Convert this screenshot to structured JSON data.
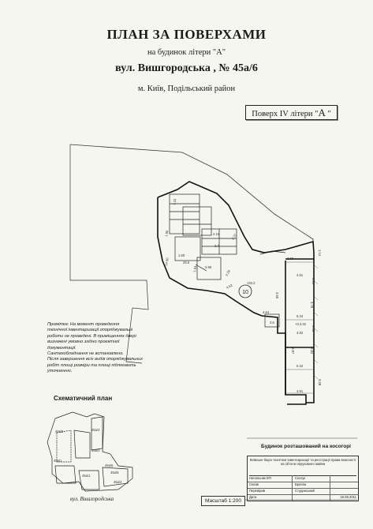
{
  "header": {
    "title": "ПЛАН ЗА ПОВЕРХАМИ",
    "subtitle": "на будинок літери \"А\"",
    "street": "вул. Вишгородська , № 45а/6",
    "city": "м. Київ,  Подільський  район",
    "floor_label": "Поверх IV літери \"",
    "floor_letter": "А",
    "floor_close": " \""
  },
  "plan": {
    "room_number": "10",
    "dims": [
      "3.68",
      "4.91",
      "3.34",
      "1.14",
      "3.70",
      "5.34",
      "4.92",
      "1.53",
      "3.84",
      "5.32",
      "4.91",
      "3.08",
      "9.87",
      "3.50",
      "4.64",
      "3.6",
      "133.2",
      "4.62",
      "2.29",
      "1.93",
      "14.50",
      "1.60",
      "29.5",
      "1.86",
      "2.16",
      "2.37",
      "0.96",
      "1.33",
      "3.7"
    ],
    "area_mark": "+0.3.32"
  },
  "note": {
    "lines": [
      "Примітка: На момент проведення",
      "технічної інвентаризації опоряджувальні",
      "роботи не проведені. В приміщеннях двері",
      "визначені умовно згідно проектної документації.",
      "Сантехобладнання не встановлено.",
      "Після завершення всіх видів опоряджувальних",
      "робіт площі розміри та площі підлягають",
      "уточненню."
    ]
  },
  "schematic": {
    "title": "Схематичний план",
    "caption": "вул. Вишгородська",
    "labels": [
      "45в/2",
      "45в/1",
      "45а/1",
      "45а/4",
      "45а/3",
      "45а/5",
      "45а/2",
      "45а/6"
    ]
  },
  "scale": {
    "label": "Масштаб 1:200"
  },
  "stamp": {
    "slope": "Будинок розташований на косогорі",
    "org": "Київське бюро технічної інвентаризації та реєстрації права власності на об'єкти нерухомого майна",
    "rows": [
      {
        "role": "Начальник БТІ",
        "name": "Сонгук",
        "date": ""
      },
      {
        "role": "Склав",
        "name": "Бреєва",
        "date": ""
      },
      {
        "role": "Перевірив",
        "name": "Студинський",
        "date": ""
      },
      {
        "role": "Дата",
        "name": "",
        "date": "16.08.2011"
      }
    ]
  }
}
